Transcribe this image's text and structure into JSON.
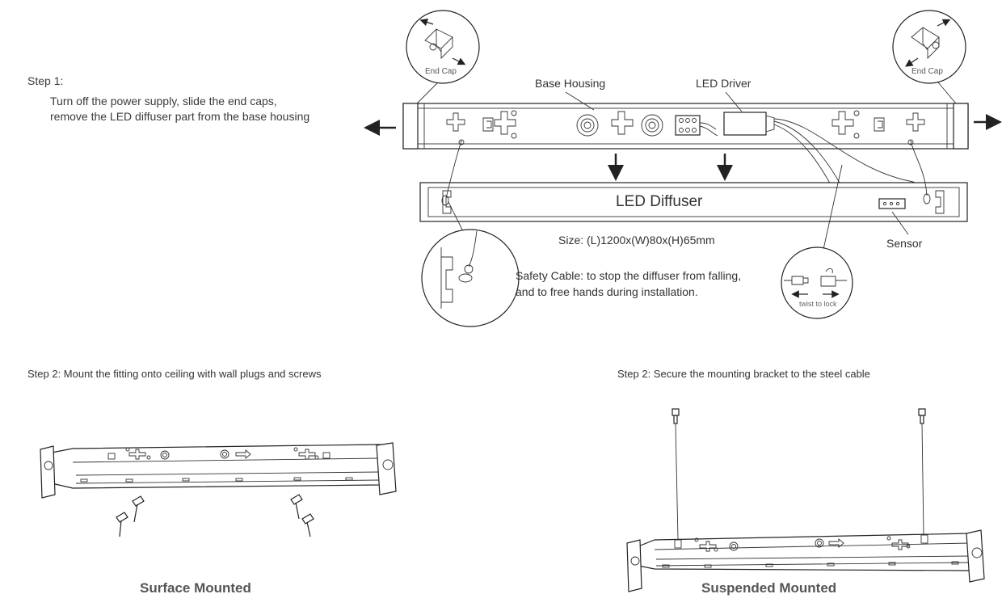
{
  "step1": {
    "title": "Step 1:",
    "body": "Turn off the power supply, slide the end caps, remove the LED diffuser part from the base housing"
  },
  "labels": {
    "end_cap_left": "End Cap",
    "end_cap_right": "End Cap",
    "base_housing": "Base Housing",
    "led_driver": "LED Driver",
    "led_diffuser": "LED Diffuser",
    "size": "Size: (L)1200x(W)80x(H)65mm",
    "sensor": "Sensor",
    "safety_cable": "Safety Cable: to stop the diffuser from falling, and to free hands during installation.",
    "twist_to_lock": "twist to lock"
  },
  "step2_surface": {
    "instruction": "Step 2: Mount the fitting onto ceiling with wall plugs and screws",
    "caption": "Surface Mounted"
  },
  "step2_suspended": {
    "instruction": "Step 2: Secure the mounting bracket to the steel cable",
    "caption": "Suspended Mounted"
  },
  "icons": [
    "end-cap-icon",
    "arrow-left-icon",
    "arrow-right-icon",
    "arrow-down-icon",
    "screw-icon",
    "connector-icon"
  ]
}
